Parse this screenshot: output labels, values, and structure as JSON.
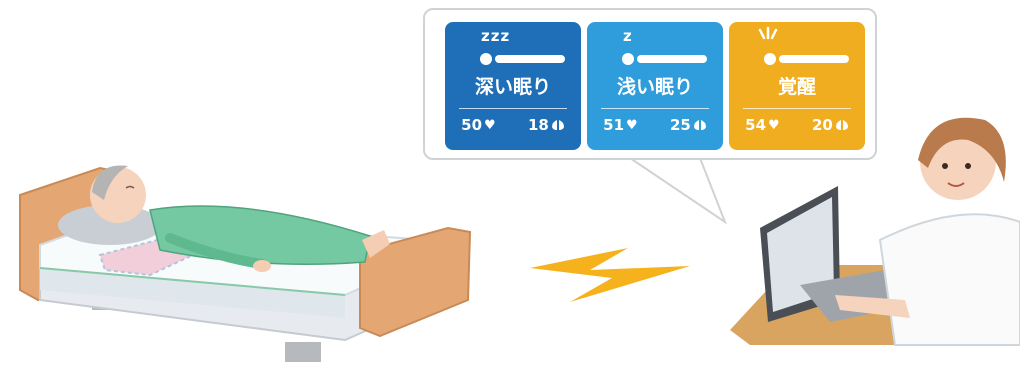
{
  "states": [
    {
      "id": "deep",
      "label": "深い眠り",
      "zzz": "zzz",
      "heart": "50",
      "breath": "18",
      "color": "#1e6fb8"
    },
    {
      "id": "light",
      "label": "浅い眠り",
      "zzz": "z",
      "heart": "51",
      "breath": "25",
      "color": "#2f9ddc"
    },
    {
      "id": "awake",
      "label": "覚醒",
      "zzz": "",
      "heart": "54",
      "breath": "20",
      "color": "#f0ad1f"
    }
  ],
  "icons": {
    "heart": "heart-icon",
    "breath": "lungs-icon",
    "signal": "wireless-signal-icon"
  }
}
